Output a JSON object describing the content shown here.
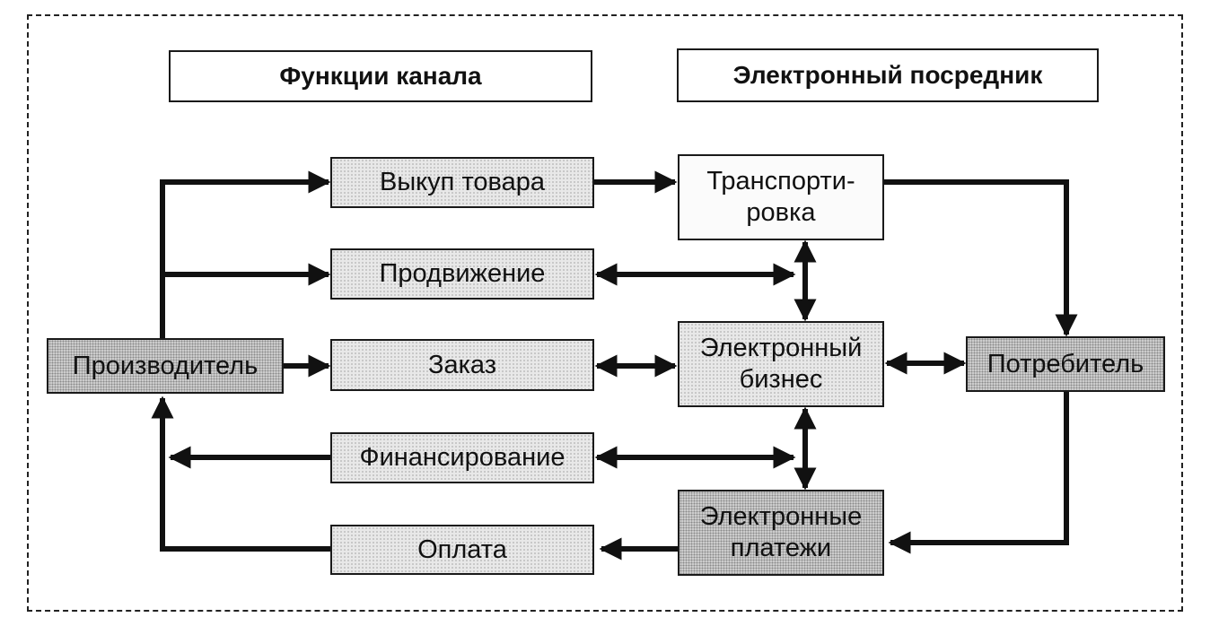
{
  "headers": {
    "channel_functions": "Функции канала",
    "e_intermediary": "Электронный посредник"
  },
  "nodes": {
    "producer": "Производитель",
    "purchase": "Выкуп товара",
    "promotion": "Продвижение",
    "order": "Заказ",
    "financing": "Финансирование",
    "payment": "Оплата",
    "transport": "Транспорти-\nровка",
    "e_business": "Электронный\nбизнес",
    "e_payments": "Электронные\nплатежи",
    "consumer": "Потребитель"
  }
}
